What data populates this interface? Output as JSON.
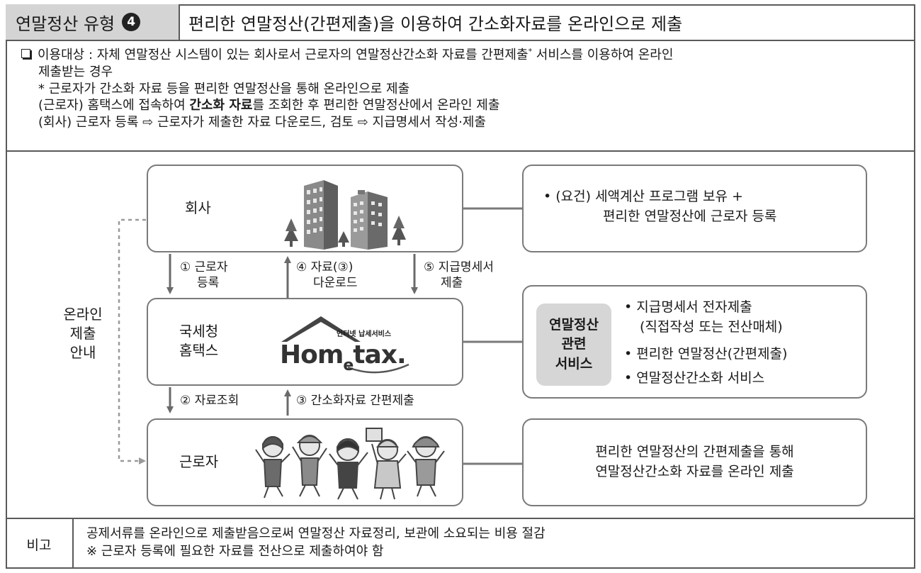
{
  "header": {
    "type_label": "연말정산 유형",
    "type_number": "4",
    "title": "편리한 연말정산(간편제출)을 이용하여 간소화자료를 온라인으로 제출"
  },
  "info": {
    "target_text": "이용대상 : 자체 연말정산 시스템이 있는 회사로서 근로자의 연말정산간소화 자료를 간편제출",
    "target_mark": "*",
    "target_text_end": " 서비스를 이용하여 온라인",
    "target_text_cont": "제출받는 경우",
    "note": "* 근로자가 간소화 자료 등을 편리한 연말정산을 통해 온라인으로 제출",
    "worker_prefix": "(근로자) 홈택스에 접속하여 ",
    "worker_bold": "간소화 자료",
    "worker_suffix": "를 조회한 후 편리한 연말정산에서 온라인 제출",
    "company_1": "(회사) 근로자 등록 ",
    "company_arrow_1": "⇨",
    "company_2": " 근로자가 제출한 자료 다운로드, 검토 ",
    "company_arrow_2": "⇨",
    "company_3": " 지급명세서 작성·제출"
  },
  "diagram": {
    "online_guide": [
      "온라인",
      "제출",
      "안내"
    ],
    "company": {
      "label": "회사"
    },
    "nts": {
      "label": [
        "국세청",
        "홈택스"
      ]
    },
    "worker": {
      "label": "근로자"
    },
    "hometax_logo": {
      "small": "인터넷 납세서비스",
      "text_1": "Hom",
      "text_2": "e",
      "text_3": "tax",
      "text_4": "."
    },
    "arrows": {
      "a1": [
        "① 근로자",
        "등록"
      ],
      "a4": [
        "④ 자료(③)",
        "다운로드"
      ],
      "a5": [
        "⑤ 지급명세서",
        "제출"
      ],
      "a2": "② 자료조회",
      "a3": "③ 간소화자료 간편제출"
    },
    "company_side": {
      "line1": "• (요건) 세액계산 프로그램 보유 +",
      "line2": "편리한 연말정산에 근로자 등록"
    },
    "service_side": {
      "tag": [
        "연말정산",
        "관련",
        "서비스"
      ],
      "items": [
        "• 지급명세서 전자제출",
        "(직접작성 또는 전산매체)",
        "• 편리한 연말정산(간편제출)",
        "• 연말정산간소화 서비스"
      ]
    },
    "worker_side": {
      "line1": "편리한 연말정산의 간편제출을 통해",
      "line2": "연말정산간소화 자료를 온라인 제출"
    }
  },
  "footer": {
    "label": "비고",
    "line1": "공제서류를 온라인으로 제출받음으로써 연말정산 자료정리, 보관에 소요되는 비용 절감",
    "line2": "※ 근로자 등록에 필요한 자료를 전산으로 제출하여야 함"
  }
}
